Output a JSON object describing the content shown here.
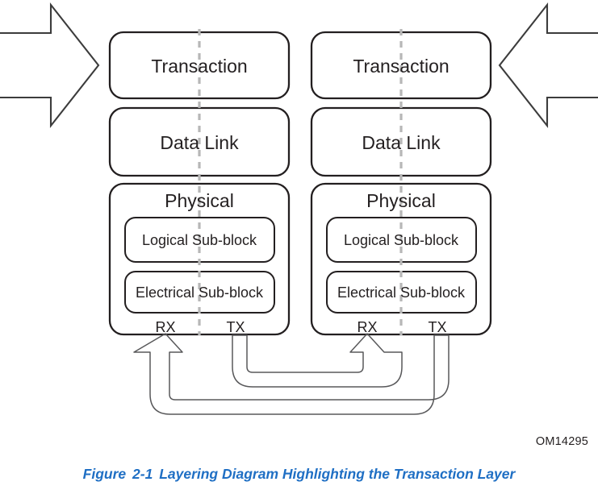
{
  "figure": {
    "caption_prefix": "Figure",
    "caption_number": "2-1",
    "caption_title": "Layering Diagram Highlighting the Transaction Layer",
    "caption_full": "Figure  2-1  Layering Diagram Highlighting the Transaction Layer",
    "reference_code": "OM14295",
    "caption_color": "#1f6fc4",
    "background_color": "#ffffff",
    "line_color": "#231f20",
    "divider_color": "#b7b7b7",
    "connector_color": "#58585a"
  },
  "diagram": {
    "type": "layered-protocol-stack",
    "stacks": [
      {
        "id": "left",
        "name": "left-device-stack",
        "layers": [
          {
            "id": "transaction",
            "label": "Transaction",
            "highlighted": true
          },
          {
            "id": "data-link",
            "label": "Data Link",
            "highlighted": false
          },
          {
            "id": "physical",
            "label": "Physical",
            "highlighted": false,
            "sub_blocks": [
              {
                "id": "logical",
                "label": "Logical Sub-block"
              },
              {
                "id": "electrical",
                "label": "Electrical Sub-block"
              }
            ],
            "ports": [
              {
                "id": "rx",
                "label": "RX"
              },
              {
                "id": "tx",
                "label": "TX"
              }
            ]
          }
        ]
      },
      {
        "id": "right",
        "name": "right-device-stack",
        "layers": [
          {
            "id": "transaction",
            "label": "Transaction",
            "highlighted": true
          },
          {
            "id": "data-link",
            "label": "Data Link",
            "highlighted": false
          },
          {
            "id": "physical",
            "label": "Physical",
            "highlighted": false,
            "sub_blocks": [
              {
                "id": "logical",
                "label": "Logical Sub-block"
              },
              {
                "id": "electrical",
                "label": "Electrical Sub-block"
              }
            ],
            "ports": [
              {
                "id": "rx",
                "label": "RX"
              },
              {
                "id": "tx",
                "label": "TX"
              }
            ]
          }
        ]
      }
    ],
    "flow_arrows": [
      {
        "id": "inbound-left",
        "direction": "right",
        "description": "inbound data arrow into left stack"
      },
      {
        "id": "inbound-right",
        "direction": "left",
        "description": "inbound data arrow into right stack"
      }
    ],
    "links": [
      {
        "id": "left-tx-to-right-rx",
        "from": "left.tx",
        "to": "right.rx"
      },
      {
        "id": "right-tx-to-left-rx",
        "from": "right.tx",
        "to": "left.rx"
      }
    ]
  }
}
